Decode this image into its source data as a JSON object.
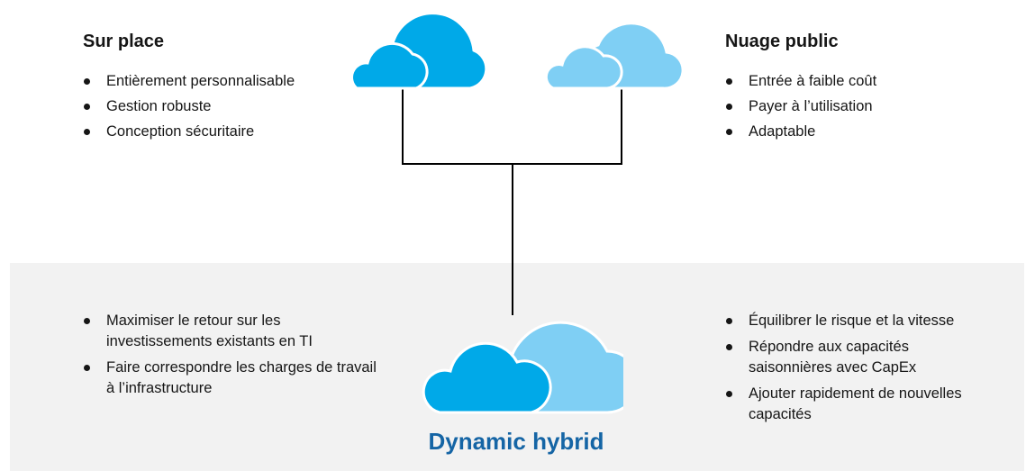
{
  "colors": {
    "cloud_dark": "#00a9e8",
    "cloud_light": "#7fcff4",
    "caption": "#1565a5",
    "band": "#f2f2f2",
    "line": "#000000"
  },
  "on_premises": {
    "title": "Sur place",
    "items": [
      "Entièrement personnalisable",
      "Gestion robuste",
      "Conception sécuritaire"
    ]
  },
  "public_cloud": {
    "title": "Nuage public",
    "items": [
      "Entrée à faible coût",
      "Payer à l’utilisation",
      "Adaptable"
    ]
  },
  "hybrid": {
    "caption": "Dynamic hybrid",
    "left_items": [
      "Maximiser le retour sur les investissements existants en TI",
      "Faire correspondre les charges de travail à l’infrastructure"
    ],
    "right_items": [
      "Équilibrer le risque et la vitesse",
      "Répondre aux capacités saisonnières avec CapEx",
      "Ajouter rapidement de nouvelles capacités"
    ]
  }
}
